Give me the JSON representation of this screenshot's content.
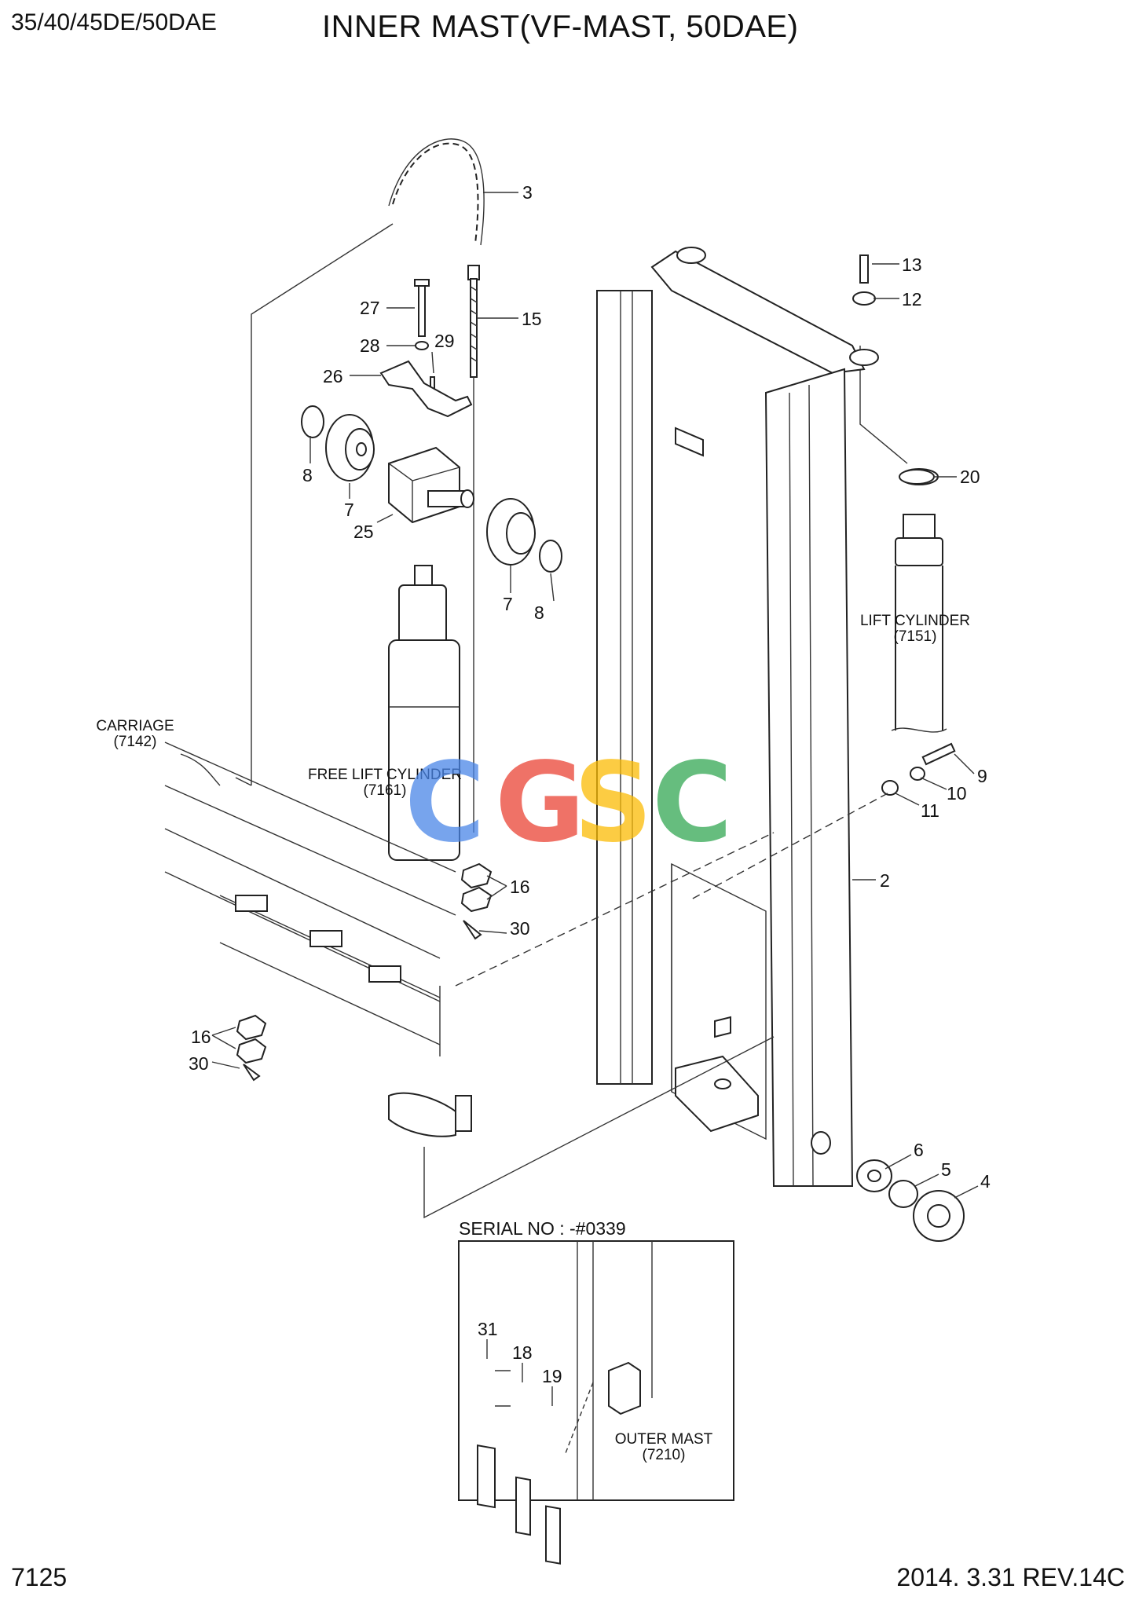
{
  "header": {
    "model": "35/40/45DE/50DAE",
    "title": "INNER MAST(VF-MAST, 50DAE)"
  },
  "footer": {
    "page_number": "7125",
    "revision": "2014. 3.31  REV.14C"
  },
  "watermark": {
    "letters": [
      "C",
      "G",
      "S",
      "C"
    ],
    "colors": [
      "#4a86e8",
      "#ea4335",
      "#fbbc05",
      "#34a853"
    ]
  },
  "callouts": [
    "3",
    "13",
    "12",
    "27",
    "15",
    "28",
    "29",
    "26",
    "8",
    "7",
    "25",
    "7",
    "8",
    "20",
    "9",
    "10",
    "11",
    "16",
    "30",
    "2",
    "16",
    "30",
    "6",
    "5",
    "4",
    "31",
    "18",
    "19"
  ],
  "references": {
    "lift_cylinder": [
      "LIFT CYLINDER",
      "(7151)"
    ],
    "carriage": [
      "CARRIAGE",
      "(7142)"
    ],
    "free_lift_cylinder": [
      "FREE LIFT CYLINDER",
      "(7161)"
    ],
    "outer_mast": [
      "OUTER MAST",
      "(7210)"
    ]
  },
  "inset": {
    "serial": "SERIAL NO : -#0339"
  }
}
